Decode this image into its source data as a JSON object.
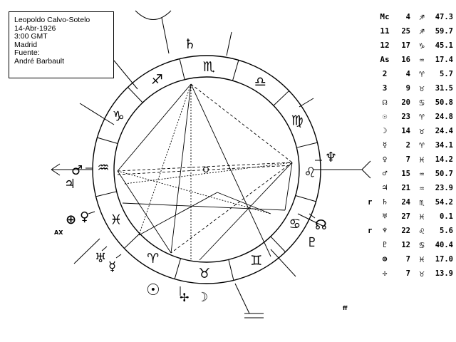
{
  "header": {
    "lines": [
      "Leopoldo Calvo-Sotelo",
      "14-Abr-1926",
      "3:00 GMT",
      "Madrid",
      "Fuente:",
      "André Barbault"
    ]
  },
  "wheel": {
    "zodiac_glyphs": [
      "♈",
      "♉",
      "♊",
      "♋",
      "♌",
      "♍",
      "♎",
      "♏",
      "♐",
      "♑",
      "♒",
      "♓"
    ],
    "zodiac_names": [
      "aries",
      "taurus",
      "gemini",
      "cancer",
      "leo",
      "virgo",
      "libra",
      "scorpio",
      "sagittarius",
      "capricorn",
      "aquarius",
      "pisces"
    ],
    "planet_glyphs": [
      {
        "name": "saturn",
        "glyph": "♄"
      },
      {
        "name": "neptune",
        "glyph": "♆"
      },
      {
        "name": "uranus",
        "glyph": "♅"
      },
      {
        "name": "mercury",
        "glyph": "☿"
      },
      {
        "name": "sun",
        "glyph": "☉"
      },
      {
        "name": "moon",
        "glyph": "☽"
      },
      {
        "name": "venus",
        "glyph": "♀"
      },
      {
        "name": "mars",
        "glyph": "♂"
      },
      {
        "name": "jupiter",
        "glyph": "♃"
      },
      {
        "name": "pars-fortuna",
        "glyph": "⊕"
      },
      {
        "name": "node",
        "glyph": "☊"
      },
      {
        "name": "vulcan",
        "glyph": "✢"
      },
      {
        "name": "earth",
        "glyph": "⊕"
      }
    ],
    "ax_label": "AX"
  },
  "positions": [
    {
      "flag": "",
      "name": "Mc",
      "deg": "4",
      "sign": "♐",
      "min": "47.3"
    },
    {
      "flag": "",
      "name": "11",
      "deg": "25",
      "sign": "♐",
      "min": "59.7"
    },
    {
      "flag": "",
      "name": "12",
      "deg": "17",
      "sign": "♑",
      "min": "45.1"
    },
    {
      "flag": "",
      "name": "As",
      "deg": "16",
      "sign": "♒",
      "min": "17.4"
    },
    {
      "flag": "",
      "name": "2",
      "deg": "4",
      "sign": "♈",
      "min": "5.7"
    },
    {
      "flag": "",
      "name": "3",
      "deg": "9",
      "sign": "♉",
      "min": "31.5"
    },
    {
      "flag": "",
      "name": "☊",
      "deg": "20",
      "sign": "♋",
      "min": "50.8"
    },
    {
      "flag": "",
      "name": "☉",
      "deg": "23",
      "sign": "♈",
      "min": "24.8"
    },
    {
      "flag": "",
      "name": "☽",
      "deg": "14",
      "sign": "♉",
      "min": "24.4"
    },
    {
      "flag": "",
      "name": "☿",
      "deg": "2",
      "sign": "♈",
      "min": "34.1"
    },
    {
      "flag": "",
      "name": "♀",
      "deg": "7",
      "sign": "♓",
      "min": "14.2"
    },
    {
      "flag": "",
      "name": "♂",
      "deg": "15",
      "sign": "♒",
      "min": "50.7"
    },
    {
      "flag": "",
      "name": "♃",
      "deg": "21",
      "sign": "♒",
      "min": "23.9"
    },
    {
      "flag": "r",
      "name": "♄",
      "deg": "24",
      "sign": "♏",
      "min": "54.2"
    },
    {
      "flag": "",
      "name": "♅",
      "deg": "27",
      "sign": "♓",
      "min": "0.1"
    },
    {
      "flag": "r",
      "name": "♆",
      "deg": "22",
      "sign": "♌",
      "min": "5.6"
    },
    {
      "flag": "",
      "name": "♇",
      "deg": "12",
      "sign": "♋",
      "min": "40.4"
    },
    {
      "flag": "",
      "name": "⊕",
      "deg": "7",
      "sign": "♓",
      "min": "17.0"
    },
    {
      "flag": "",
      "name": "✢",
      "deg": "7",
      "sign": "♉",
      "min": "13.9"
    }
  ],
  "note_ff": "ff"
}
